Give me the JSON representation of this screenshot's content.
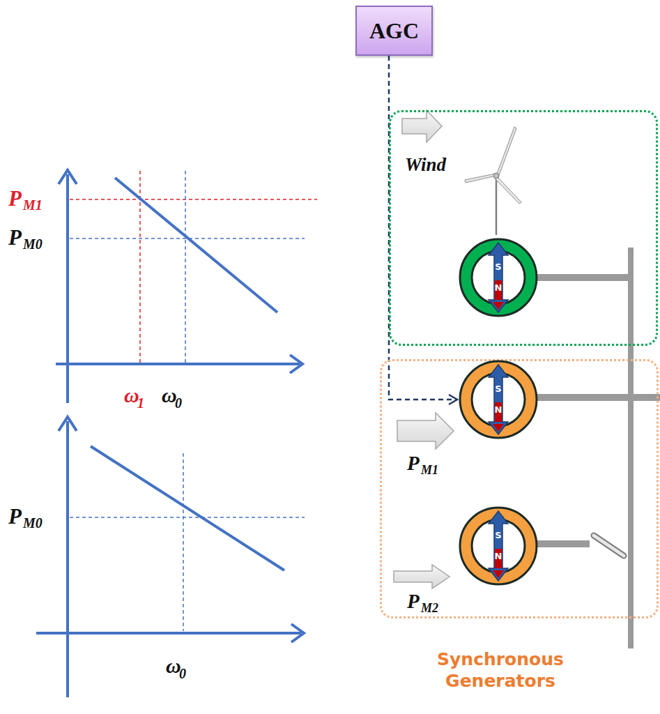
{
  "diagram": {
    "nodes": [
      {
        "text": [
          "AGC"
        ]
      },
      {
        "text": [
          "Wind"
        ]
      },
      {
        "text": [
          "S",
          "N"
        ],
        "in": 1
      },
      {
        "text": [
          "Synchronous Generators"
        ]
      },
      {
        "text": [
          "S",
          "N"
        ],
        "in": 3
      },
      {
        "text": [
          "S",
          "N"
        ],
        "in": 3
      }
    ],
    "edges": [
      {
        "from": 0,
        "to": 4,
        "arrow": "to"
      }
    ],
    "labels": [
      "P",
      "M1",
      "P",
      "M0",
      "ω",
      "1",
      "ω",
      "0",
      "P",
      "M0",
      "ω",
      "0",
      "P",
      "M1",
      "P",
      "M2"
    ]
  }
}
